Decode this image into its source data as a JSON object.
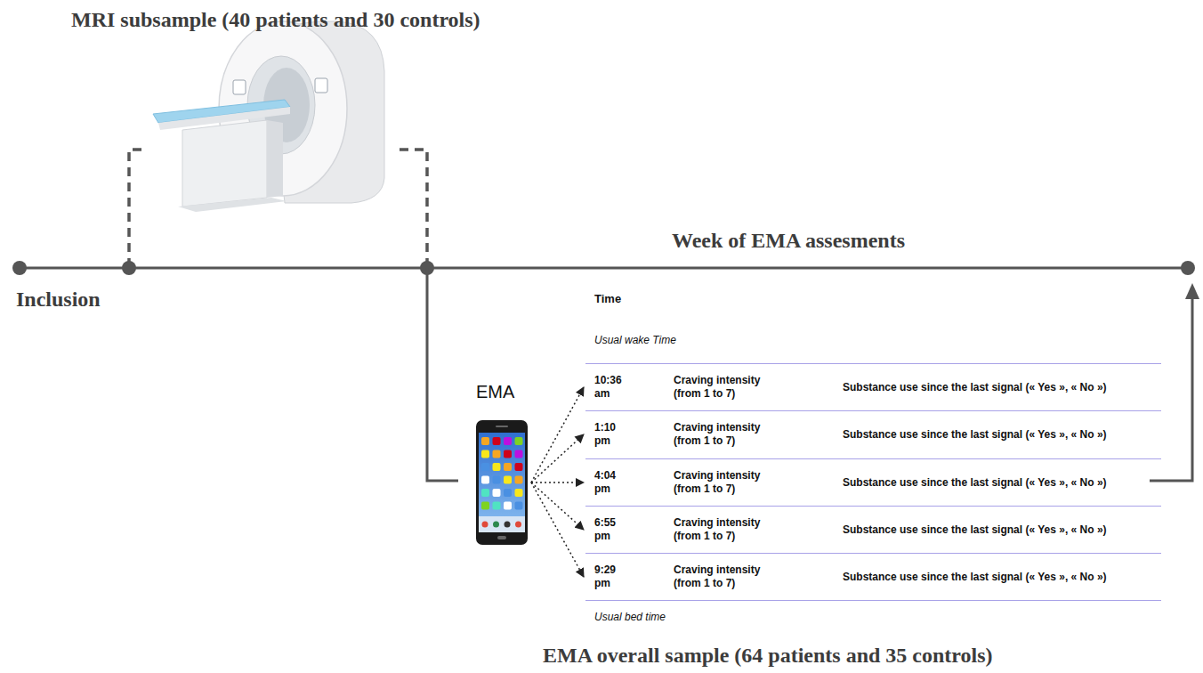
{
  "diagram": {
    "nodes": [
      {
        "text": [
          "EMA"
        ]
      },
      {
        "text": [
          "10:36 am",
          "Craving intensity (from 1 to 7)",
          "Substance use since the last signal (« Yes », « No »)"
        ]
      },
      {
        "text": [
          "1:10 pm",
          "Craving intensity (from 1 to 7)",
          "Substance use since the last signal (« Yes », « No »)"
        ]
      },
      {
        "text": [
          "4:04 pm",
          "Craving intensity (from 1 to 7)",
          "Substance use since the last signal (« Yes », « No »)"
        ]
      },
      {
        "text": [
          "6:55 pm",
          "Craving intensity (from 1 to 7)",
          "Substance use since the last signal (« Yes », « No »)"
        ]
      },
      {
        "text": [
          "9:29 pm",
          "Craving intensity (from 1 to 7)",
          "Substance use since the last signal (« Yes », « No »)"
        ]
      }
    ],
    "edges": [
      {
        "from": 0,
        "to": 1,
        "arrow": "to"
      },
      {
        "from": 0,
        "to": 2,
        "arrow": "to"
      },
      {
        "from": 0,
        "to": 3,
        "arrow": "to"
      },
      {
        "from": 0,
        "to": 4,
        "arrow": "to"
      },
      {
        "from": 0,
        "to": 5,
        "arrow": "to"
      }
    ],
    "labels": [
      "MRI subsample (40 patients and 30 controls)",
      "Week of EMA assesments",
      "Inclusion",
      "Time",
      "Usual wake Time",
      "Usual bed time",
      "EMA overall sample (64 patients and 35 controls)"
    ]
  }
}
